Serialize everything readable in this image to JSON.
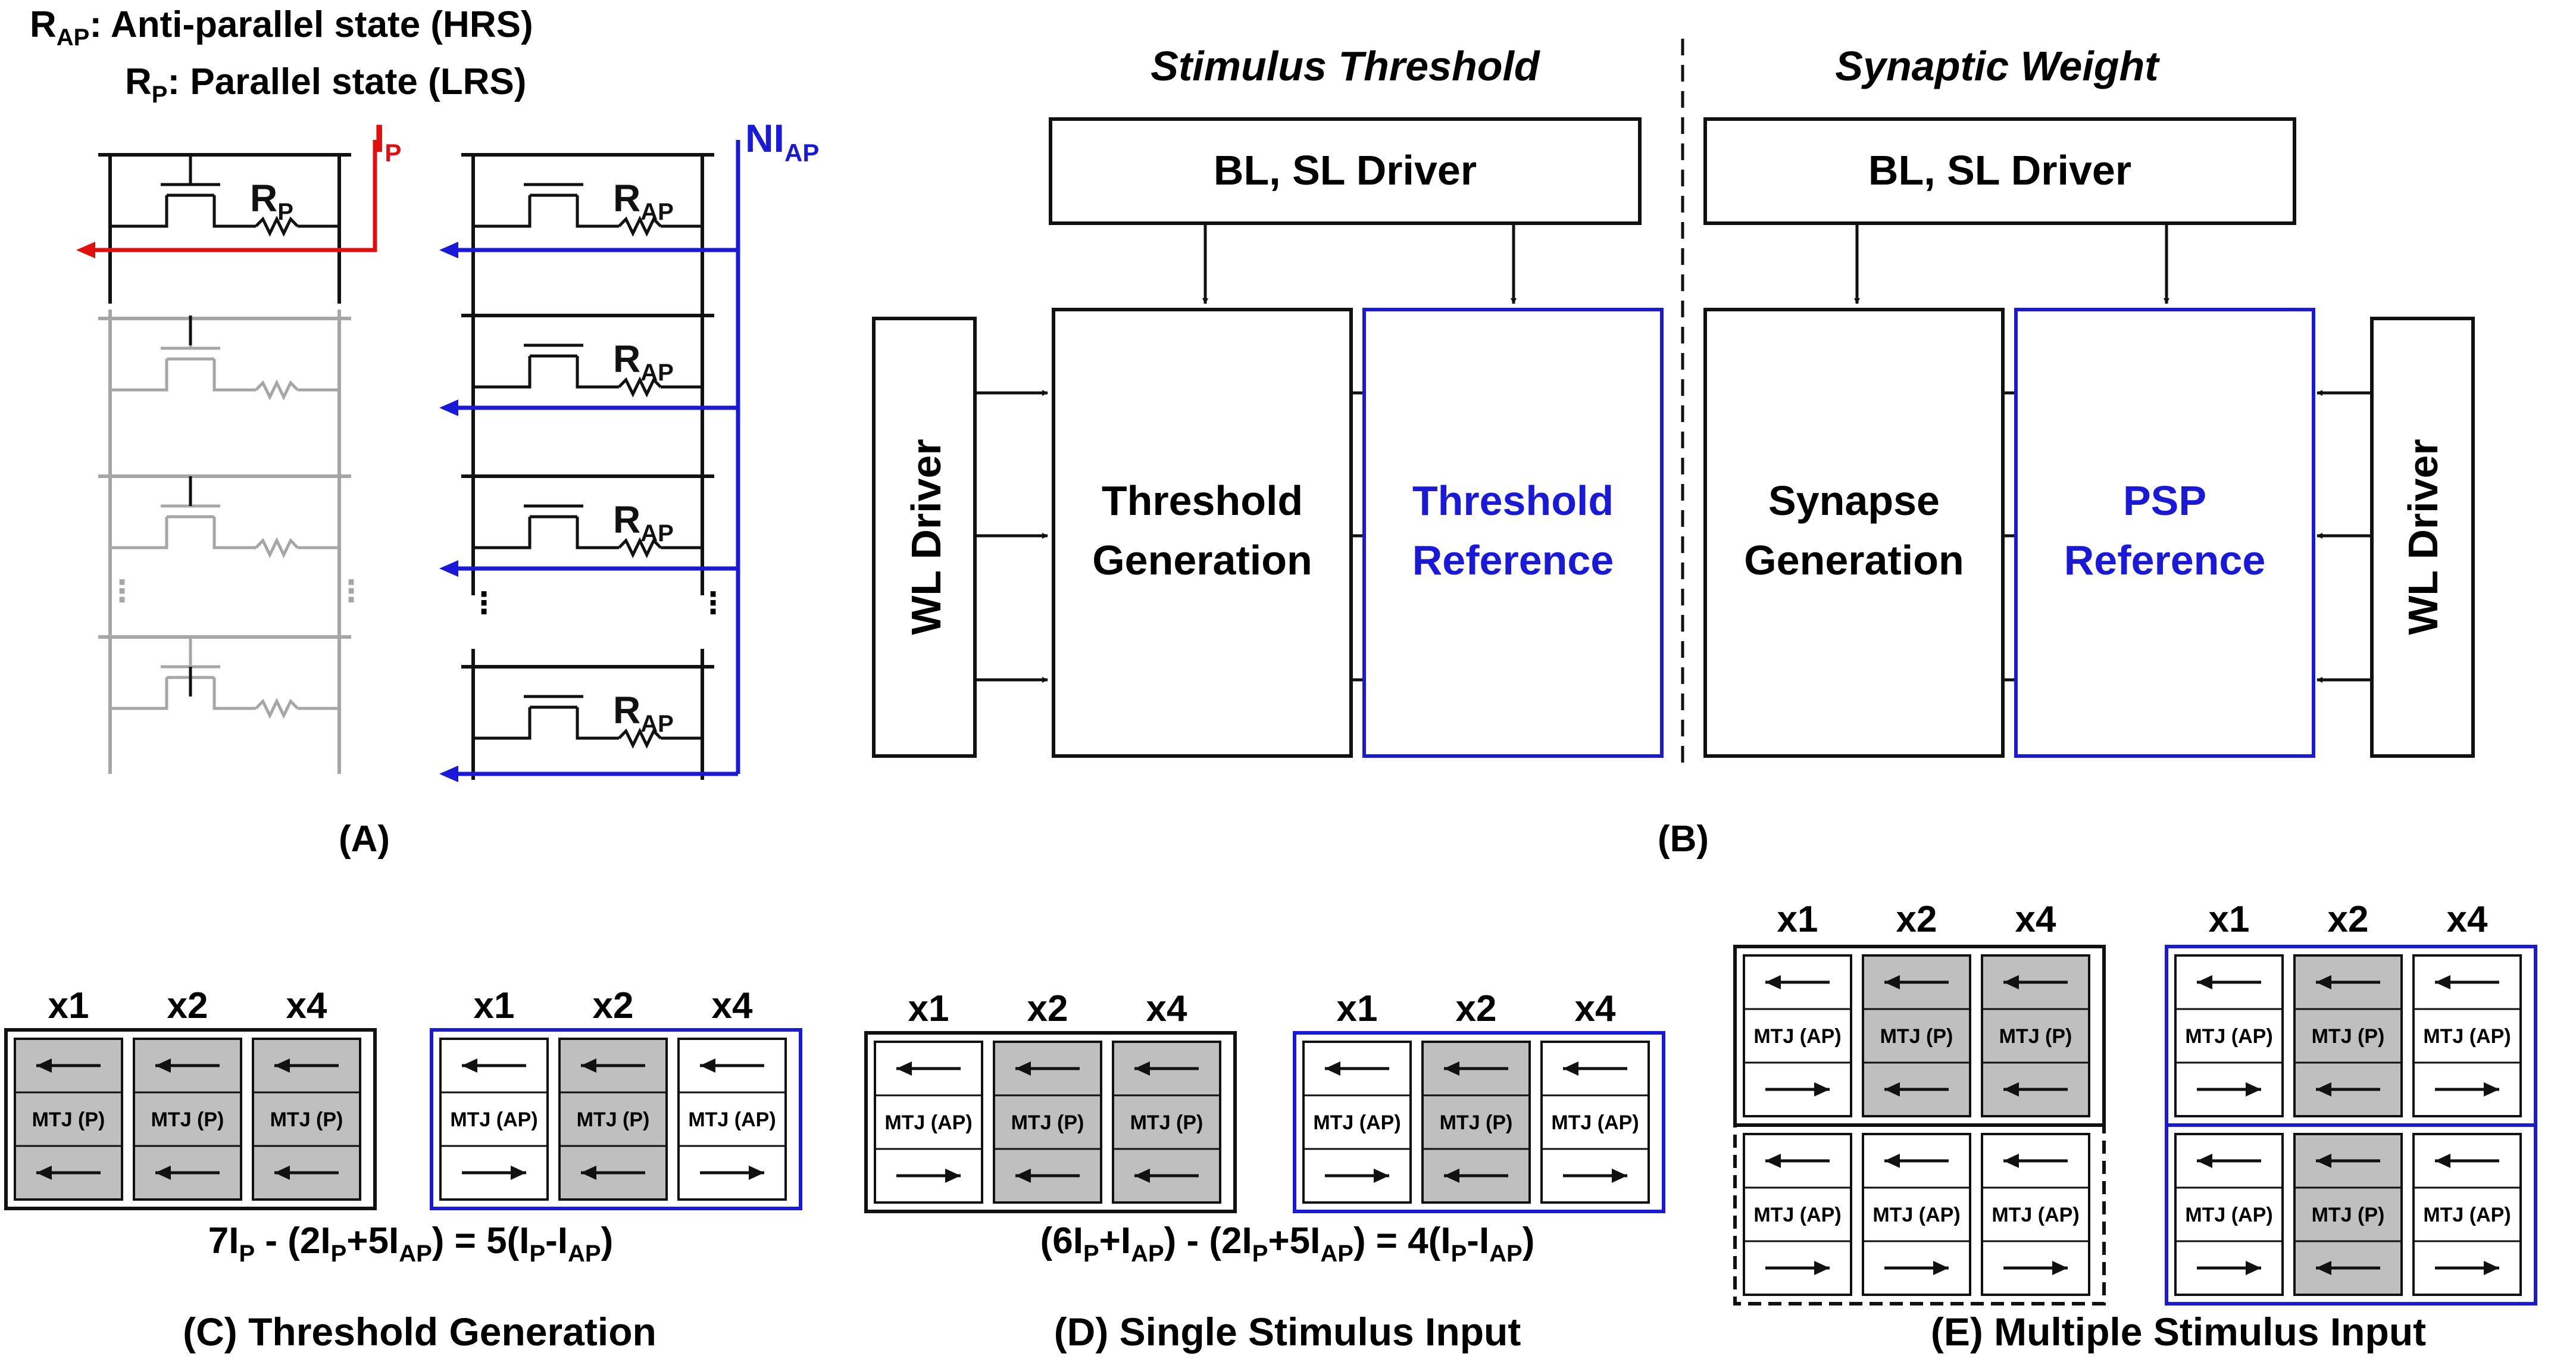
{
  "panel_a": {
    "legend_rap_main": "R",
    "legend_rap_sub": "AP",
    "legend_rap_text": ": Anti-parallel state (HRS)",
    "legend_rp_main": "R",
    "legend_rp_sub": "P",
    "legend_rp_text": ": Parallel state (LRS)",
    "ip_main": "I",
    "ip_sub": "P",
    "niap_main": "NI",
    "niap_sub": "AP",
    "rp_main": "R",
    "rp_sub": "P",
    "rap_main": "R",
    "rap_sub": "AP",
    "caption": "(A)"
  },
  "panel_b": {
    "stimulus_title": "Stimulus Threshold",
    "synaptic_title": "Synaptic Weight",
    "bl_sl_driver": "BL, SL Driver",
    "wl_driver": "WL Driver",
    "threshold_generation": [
      "Threshold",
      "Generation"
    ],
    "threshold_reference": [
      "Threshold",
      "Reference"
    ],
    "synapse_generation": [
      "Synapse",
      "Generation"
    ],
    "psp_reference": [
      "PSP",
      "Reference"
    ],
    "caption": "(B)"
  },
  "columns": [
    "x1",
    "x2",
    "x4"
  ],
  "mtj_p": "MTJ (P)",
  "mtj_ap": "MTJ (AP)",
  "panel_c": {
    "equation": [
      {
        "t": "7I"
      },
      {
        "t": "P",
        "sub": true
      },
      {
        "t": " - (2I"
      },
      {
        "t": "P",
        "sub": true
      },
      {
        "t": "+5I"
      },
      {
        "t": "AP",
        "sub": true
      },
      {
        "t": ") = 5(I"
      },
      {
        "t": "P",
        "sub": true
      },
      {
        "t": "-I"
      },
      {
        "t": "AP",
        "sub": true
      },
      {
        "t": ")"
      }
    ],
    "caption": "(C) Threshold Generation"
  },
  "panel_d": {
    "equation": [
      {
        "t": "(6I"
      },
      {
        "t": "P",
        "sub": true
      },
      {
        "t": "+I"
      },
      {
        "t": "AP",
        "sub": true
      },
      {
        "t": ") - (2I"
      },
      {
        "t": "P",
        "sub": true
      },
      {
        "t": "+5I"
      },
      {
        "t": "AP",
        "sub": true
      },
      {
        "t": ") = 4(I"
      },
      {
        "t": "P",
        "sub": true
      },
      {
        "t": "-I"
      },
      {
        "t": "AP",
        "sub": true
      },
      {
        "t": ")"
      }
    ],
    "caption": "(D) Single Stimulus Input"
  },
  "panel_e": {
    "caption": "(E) Multiple Stimulus Input"
  },
  "colors": {
    "black": "#111111",
    "blue": "#1a1ad6",
    "red": "#e01010",
    "gray": "#a6a6a6",
    "fill": "#bfbfbf"
  }
}
